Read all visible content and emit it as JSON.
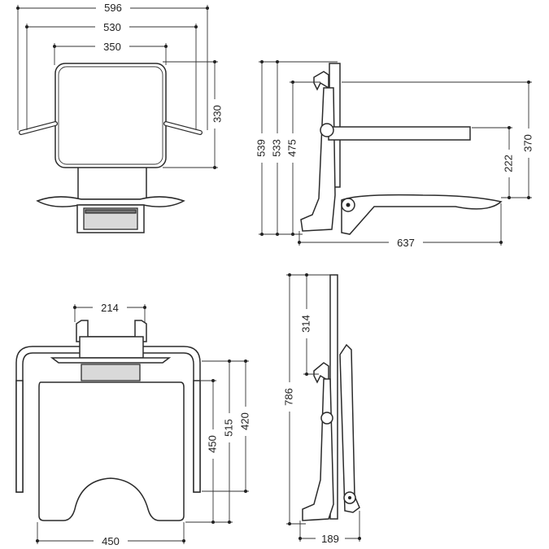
{
  "dimensions": {
    "front_width": "596",
    "front_arm_span": "530",
    "front_back_width": "350",
    "front_back_height": "330",
    "side_total_height": "539",
    "side_height_2": "533",
    "side_height_3": "475",
    "side_arm_height": "370",
    "side_arm_to_seat": "222",
    "side_depth": "637",
    "top_bracket_width": "214",
    "top_seat_height_420": "420",
    "top_seat_height_515": "515",
    "top_seat_height_450": "450",
    "top_seat_width": "450",
    "folded_total_height": "786",
    "folded_top_offset": "314",
    "folded_depth": "189"
  },
  "colors": {
    "line": "#333333",
    "fill_dark": "#777777",
    "fill_gray": "#d9d9d9"
  }
}
